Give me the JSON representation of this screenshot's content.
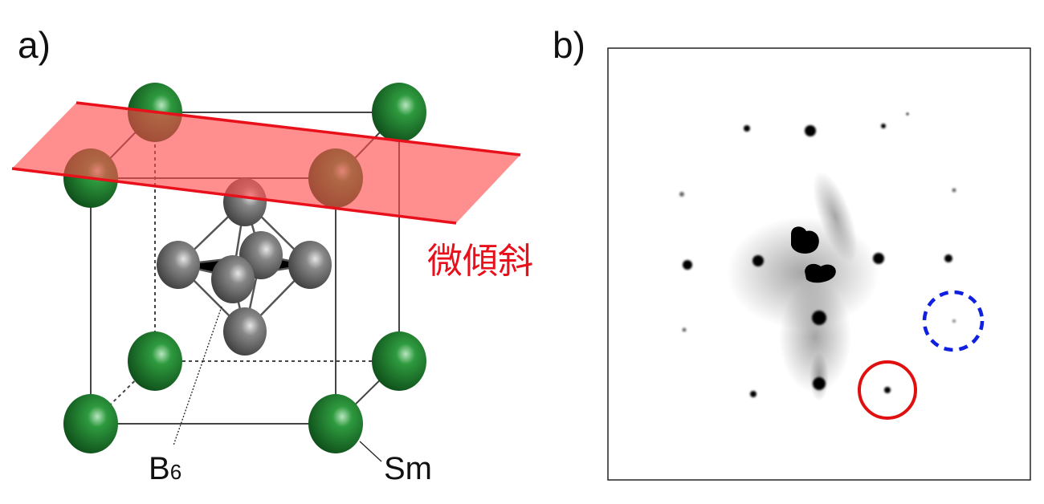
{
  "panel_a": {
    "label": "a)",
    "plane_label": "微傾斜",
    "boron_label_main": "B",
    "boron_label_sub": "6",
    "samarium_label": "Sm"
  },
  "panel_b": {
    "label": "b)"
  },
  "colors": {
    "sm_atom": "#1f7a2e",
    "b_atom": "#707070",
    "plane_fill": "#ff6b6b",
    "plane_edge": "#e8101a",
    "highlight_solid": "#e01010",
    "highlight_dashed": "#1020e0"
  }
}
